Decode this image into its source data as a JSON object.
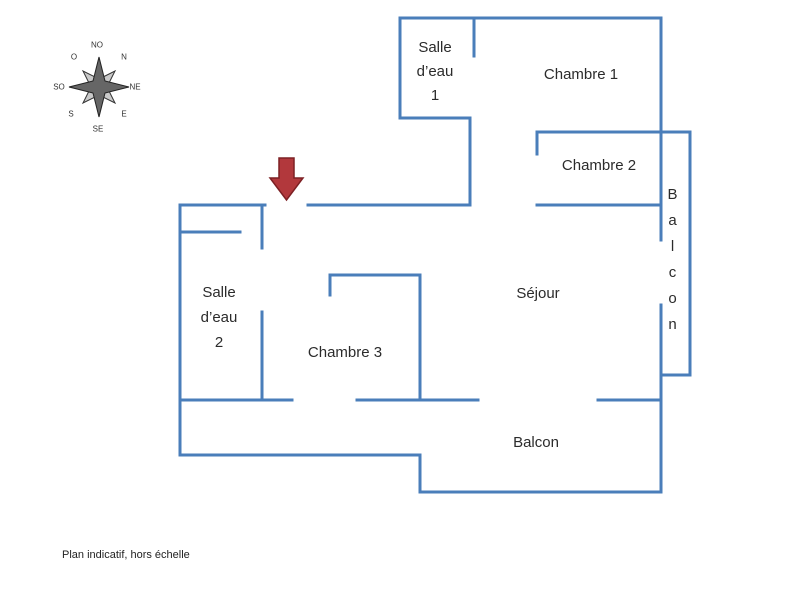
{
  "plan": {
    "footer_note": "Plan indicatif, hors échelle"
  },
  "compass": {
    "no": "NO",
    "n": "N",
    "ne": "NE",
    "e": "E",
    "se": "SE",
    "s": "S",
    "so": "SO",
    "o": "O"
  },
  "rooms": {
    "salle_deau_1": "Salle d’eau 1",
    "chambre_1": "Chambre 1",
    "chambre_2": "Chambre 2",
    "balcon_right": "Balcon",
    "sejour": "Séjour",
    "salle_deau_2": "Salle d’eau 2",
    "chambre_3": "Chambre 3",
    "balcon_bottom": "Balcon"
  },
  "colors": {
    "wall": "#4a7eba",
    "arrow_fill": "#b2383c",
    "arrow_border": "#7d2024",
    "text": "#2b2b2b"
  }
}
